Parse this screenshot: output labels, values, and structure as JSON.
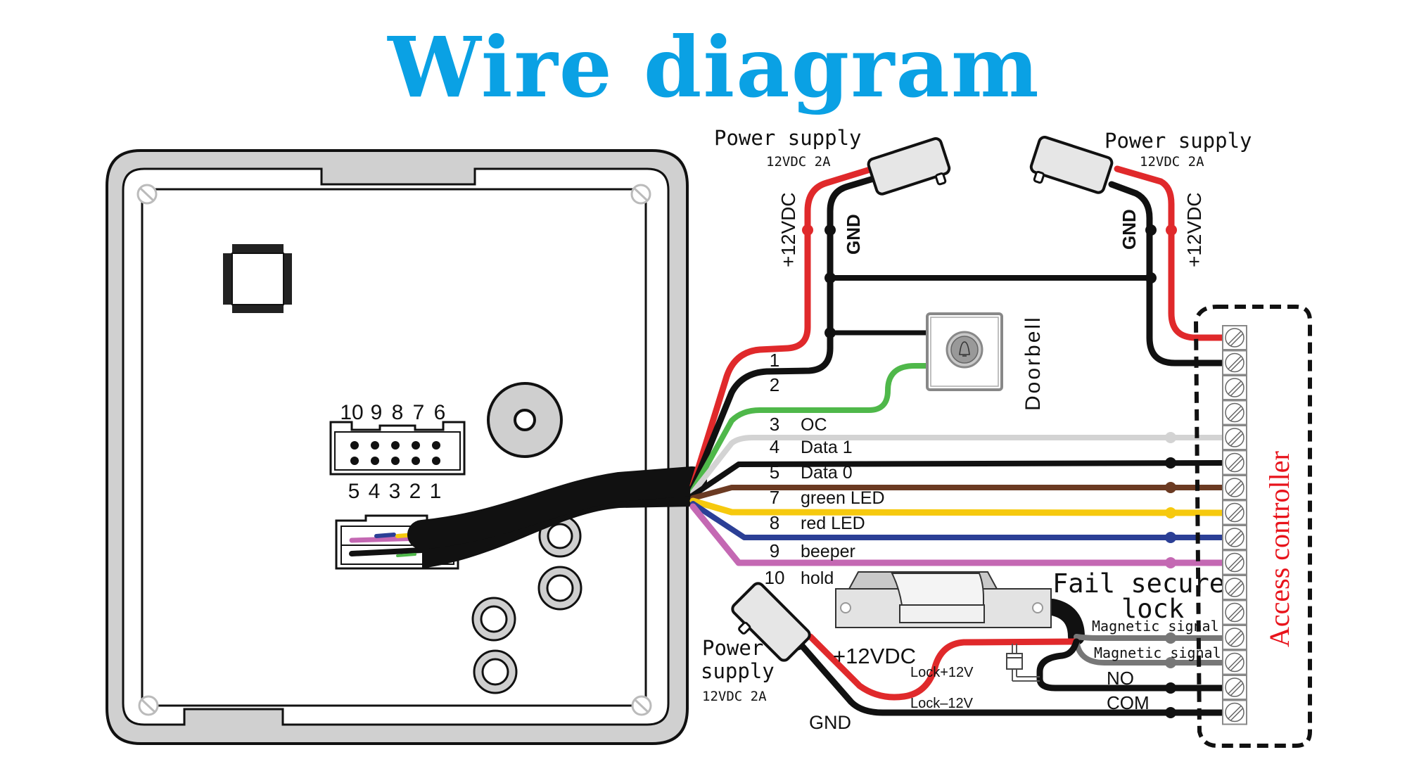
{
  "title": "Wire diagram",
  "colors": {
    "title": "#0aa1e4",
    "red": "#e0292b",
    "black": "#111111",
    "green": "#4fb84a",
    "gray": "#d3d3d3",
    "brown": "#6b3a22",
    "yellow": "#f6c90e",
    "blue": "#2b3f96",
    "pink": "#c468b3",
    "magnetic": "#777777",
    "controller_label": "#e8131b",
    "device_frame": "#d0d0d0"
  },
  "power_supplies": [
    {
      "id": "ps-top-left",
      "title": "Power supply",
      "rating": "12VDC 2A",
      "pos_label": "+12VDC",
      "neg_label": "GND"
    },
    {
      "id": "ps-top-right",
      "title": "Power supply",
      "rating": "12VDC 2A",
      "pos_label": "+12VDC",
      "neg_label": "GND"
    },
    {
      "id": "ps-bottom",
      "title_line1": "Power",
      "title_line2": "supply",
      "rating": "12VDC 2A",
      "pos_label": "+12VDC",
      "neg_label": "GND"
    }
  ],
  "connector": {
    "top_pins": [
      "10",
      "9",
      "8",
      "7",
      "6"
    ],
    "bottom_pins": [
      "5",
      "4",
      "3",
      "2",
      "1"
    ]
  },
  "wires": [
    {
      "num": "1",
      "label": "",
      "color": "red"
    },
    {
      "num": "2",
      "label": "",
      "color": "black"
    },
    {
      "num": "3",
      "label": "OC",
      "color": "green"
    },
    {
      "num": "4",
      "label": "Data 1",
      "color": "gray"
    },
    {
      "num": "5",
      "label": "Data 0",
      "color": "black"
    },
    {
      "num": "7",
      "label": "green LED",
      "color": "brown"
    },
    {
      "num": "8",
      "label": "red LED",
      "color": "yellow"
    },
    {
      "num": "9",
      "label": "beeper",
      "color": "blue"
    },
    {
      "num": "10",
      "label": "hold",
      "color": "pink"
    }
  ],
  "doorbell": {
    "label": "Doorbell"
  },
  "lock": {
    "title_line1": "Fail secure",
    "title_line2": "lock",
    "magnetic_1": "Magnetic signal",
    "magnetic_2": "Magnetic signal",
    "no": "NO",
    "com": "COM",
    "lock_pos": "Lock+12V",
    "lock_neg": "Lock–12V"
  },
  "controller": {
    "label": "Access controller",
    "terminal_count": 16
  }
}
